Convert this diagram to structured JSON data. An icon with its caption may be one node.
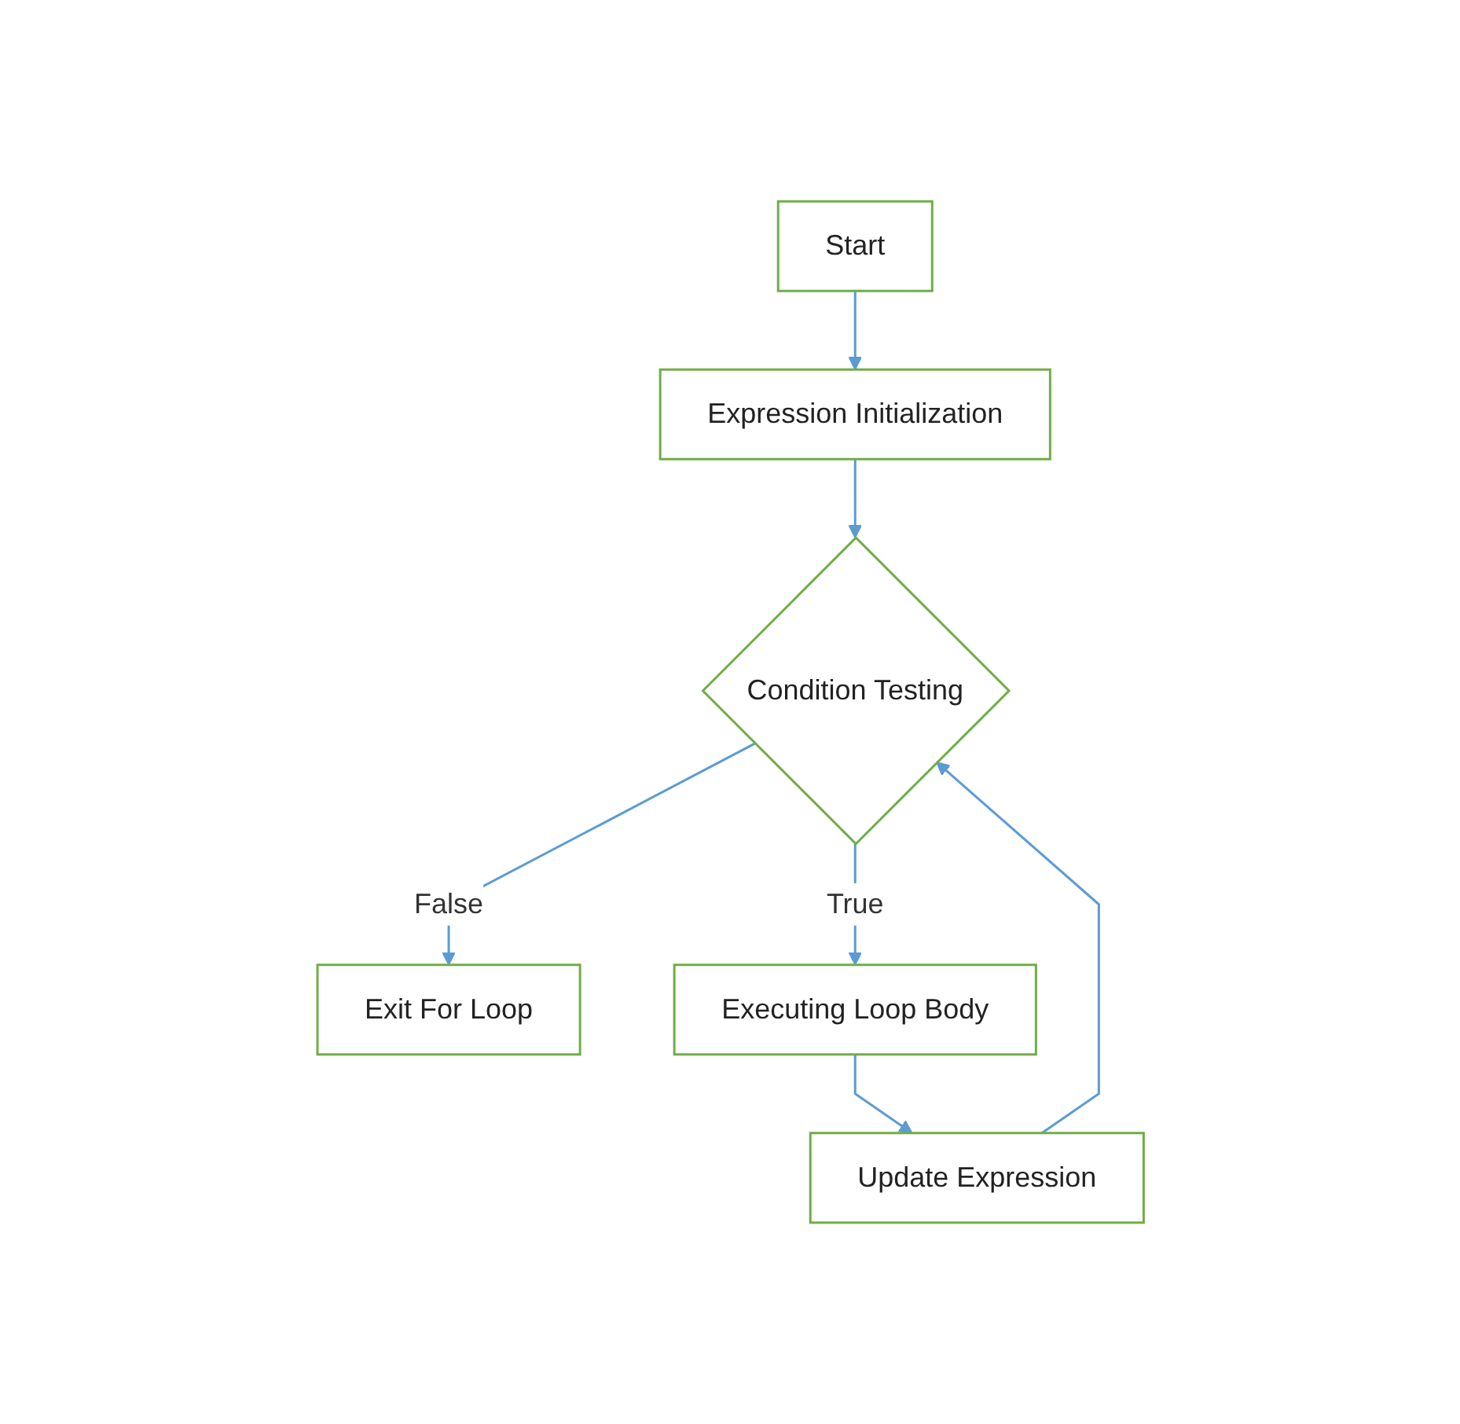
{
  "diagram": {
    "nodes": [
      {
        "text": [
          "Start"
        ]
      },
      {
        "text": [
          "Expression Initialization"
        ]
      },
      {
        "text": [
          "Condition Testing"
        ]
      },
      {
        "text": [
          "Exit For Loop"
        ]
      },
      {
        "text": [
          "Executing Loop Body"
        ]
      },
      {
        "text": [
          "Update Expression"
        ]
      }
    ],
    "edges": [
      {
        "from": 0,
        "to": 1,
        "arrow": "to"
      },
      {
        "from": 1,
        "to": 2,
        "arrow": "to"
      },
      {
        "from": 2,
        "to": 3,
        "arrow": "to",
        "label": "False"
      },
      {
        "from": 2,
        "to": 4,
        "arrow": "to",
        "label": "True"
      },
      {
        "from": 4,
        "to": 5,
        "arrow": "to"
      },
      {
        "from": 5,
        "to": 2,
        "arrow": "to"
      }
    ]
  }
}
